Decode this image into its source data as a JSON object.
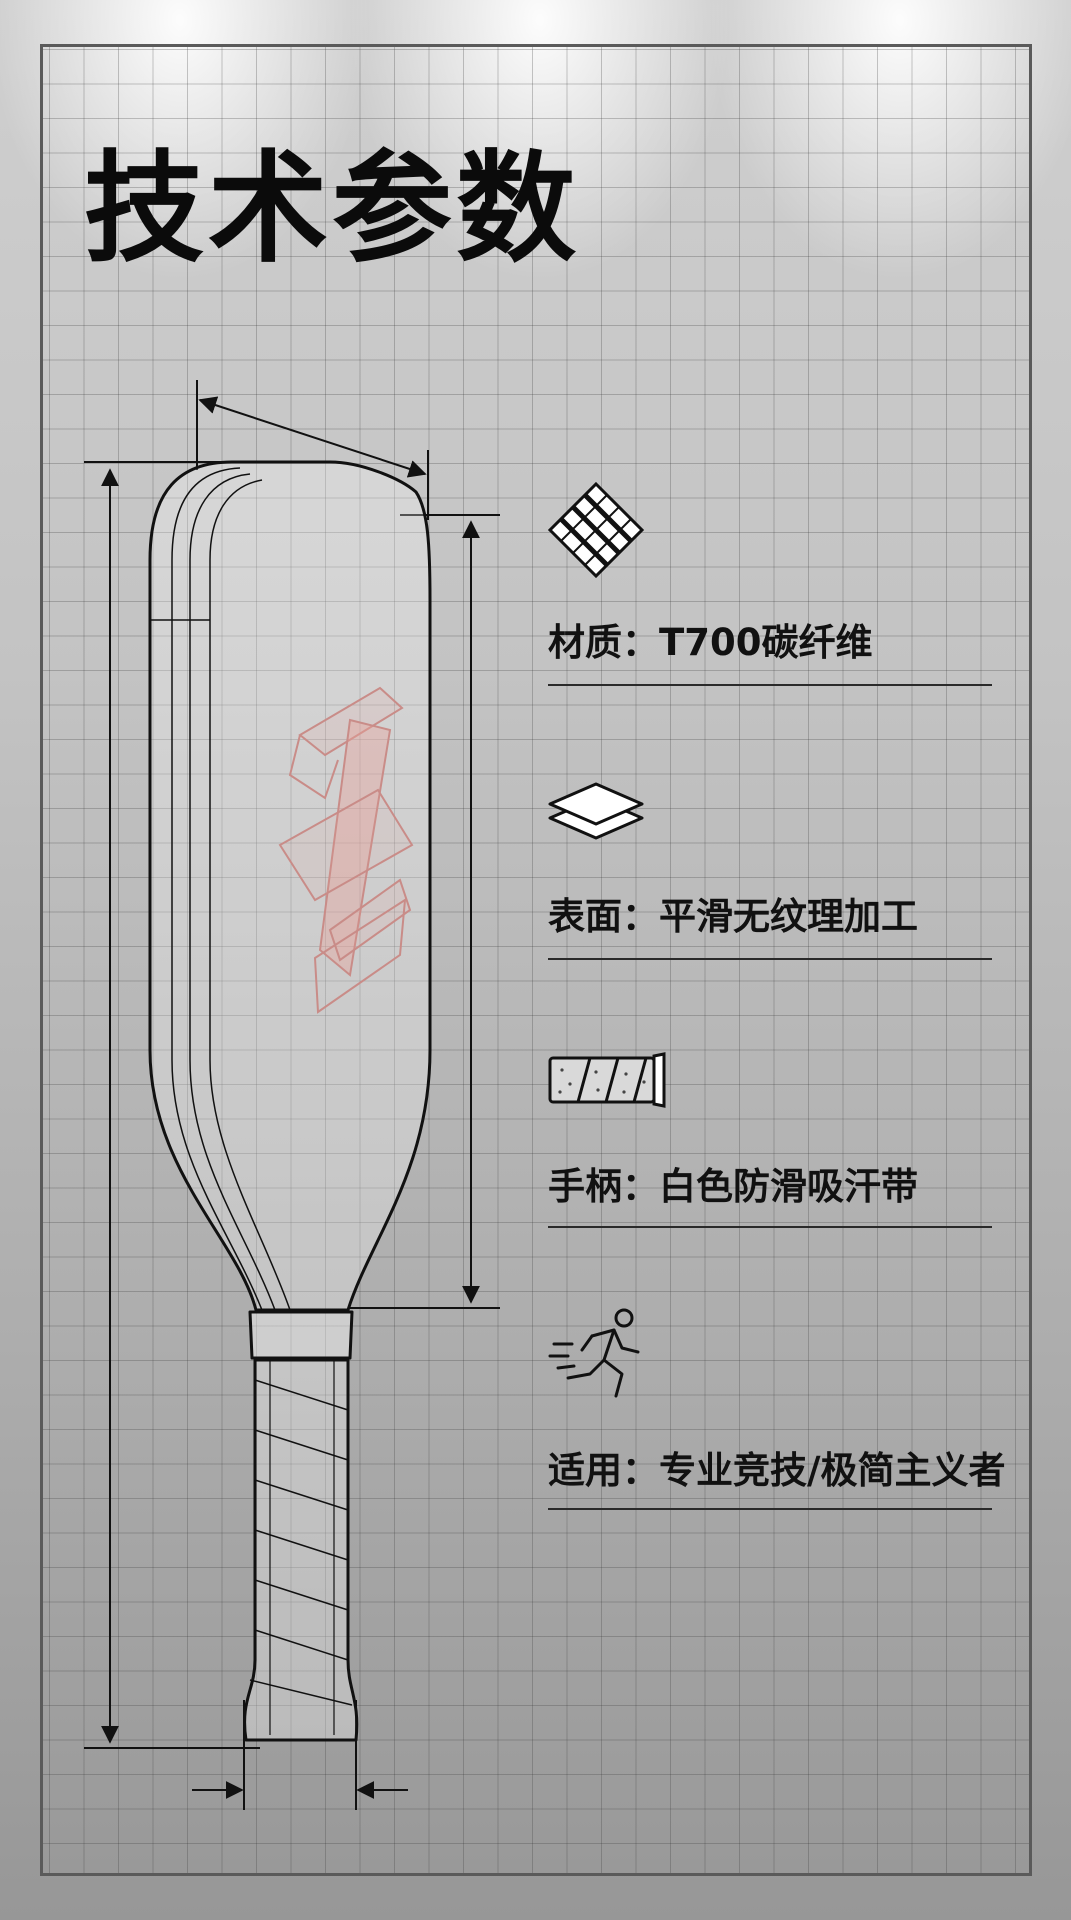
{
  "title": "技术参数",
  "specs": [
    {
      "icon": "woven-carbon-icon",
      "label": "材质：T700碳纤维"
    },
    {
      "icon": "layered-surface-icon",
      "label": "表面：平滑无纹理加工"
    },
    {
      "icon": "grip-tape-icon",
      "label": "手柄：白色防滑吸汗带"
    },
    {
      "icon": "runner-icon",
      "label": "适用：专业竞技/极简主义者"
    }
  ],
  "colors": {
    "ink": "#111111",
    "accent": "#e8a39c",
    "grid": "#555555"
  }
}
